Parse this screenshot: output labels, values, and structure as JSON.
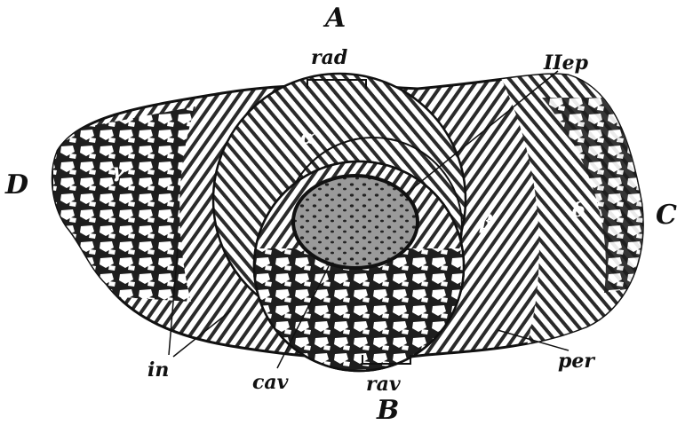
{
  "labels": {
    "A": "A",
    "B": "B",
    "C": "C",
    "D": "D",
    "rad": "rad",
    "rav": "rav",
    "cav": "cav",
    "in": "in",
    "per": "per",
    "IIep": "IIep",
    "alpha": "α",
    "beta": "β",
    "gamma": "γ",
    "delta": "δ"
  },
  "colors": {
    "ink": "#111111",
    "paper": "#ffffff",
    "lamella": "#2a2a2a",
    "core": "#9a9a9a"
  }
}
